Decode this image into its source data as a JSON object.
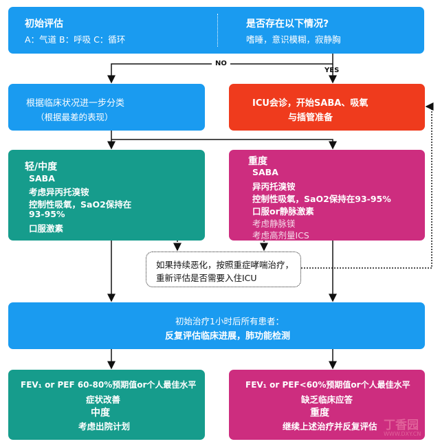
{
  "top": {
    "left_title": "初始评估",
    "left_items": "A：气道   B：呼吸   C：循环",
    "right_title": "是否存在以下情况?",
    "right_items": "嗜睡，意识模糊，寂静胸"
  },
  "labels": {
    "no": "NO",
    "yes": "YES"
  },
  "classify": {
    "line1": "根据临床状况进一步分类",
    "line2": "（根据最差的表现）"
  },
  "icu": {
    "line1": "ICU会诊，开始SABA、吸氧",
    "line2": "与插管准备"
  },
  "mild": {
    "title": "轻/中度",
    "items": [
      "SABA",
      "考虑异丙托溴铵",
      "控制性吸氧，SaO2保持在",
      "93-95%",
      "口服激素"
    ]
  },
  "severe": {
    "title": "重度",
    "items": [
      "SABA",
      "异丙托溴铵",
      "控制性吸氧，SaO2保持在93-95%",
      "口服or静脉激素"
    ],
    "optional": [
      "考虑静脉镁",
      "考虑高剂量ICS"
    ]
  },
  "note": {
    "line1": "如果持续恶化，按照重症哮喘治疗，",
    "line2": "重新评估是否需要入住ICU"
  },
  "reassess": {
    "line1": "初始治疗1小时后所有患者：",
    "line2": "反复评估临床进展，肺功能检测"
  },
  "outcome_good": {
    "line1": "FEV₁ or PEF 60-80%预期值or个人最佳水平",
    "line2": "症状改善",
    "title": "中度",
    "action": "考虑出院计划"
  },
  "outcome_bad": {
    "line1": "FEV₁ or PEF<60%预期值or个人最佳水平",
    "line2": "缺乏临床应答",
    "title": "重度",
    "action": "继续上述治疗并反复评估"
  },
  "watermark": {
    "name": "丁香园",
    "url": "WWW.DXY.CN"
  },
  "colors": {
    "blue": "#1a9bf0",
    "red": "#ef3b1d",
    "teal": "#169c8c",
    "magenta": "#cd2d7f"
  }
}
